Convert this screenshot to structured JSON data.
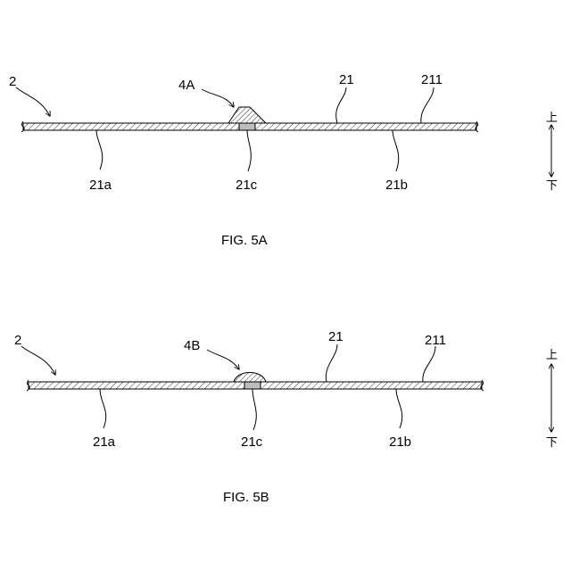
{
  "fig_a": {
    "caption": "FIG. 5A",
    "label_plate": "2",
    "label_bump": "4A",
    "label_layer": "21",
    "label_surface": "211",
    "label_left": "21a",
    "label_center": "21c",
    "label_right": "21b",
    "dir_up": "上",
    "dir_down": "下"
  },
  "fig_b": {
    "caption": "FIG. 5B",
    "label_plate": "2",
    "label_bump": "4B",
    "label_layer": "21",
    "label_surface": "211",
    "label_left": "21a",
    "label_center": "21c",
    "label_right": "21b",
    "dir_up": "上",
    "dir_down": "下"
  }
}
